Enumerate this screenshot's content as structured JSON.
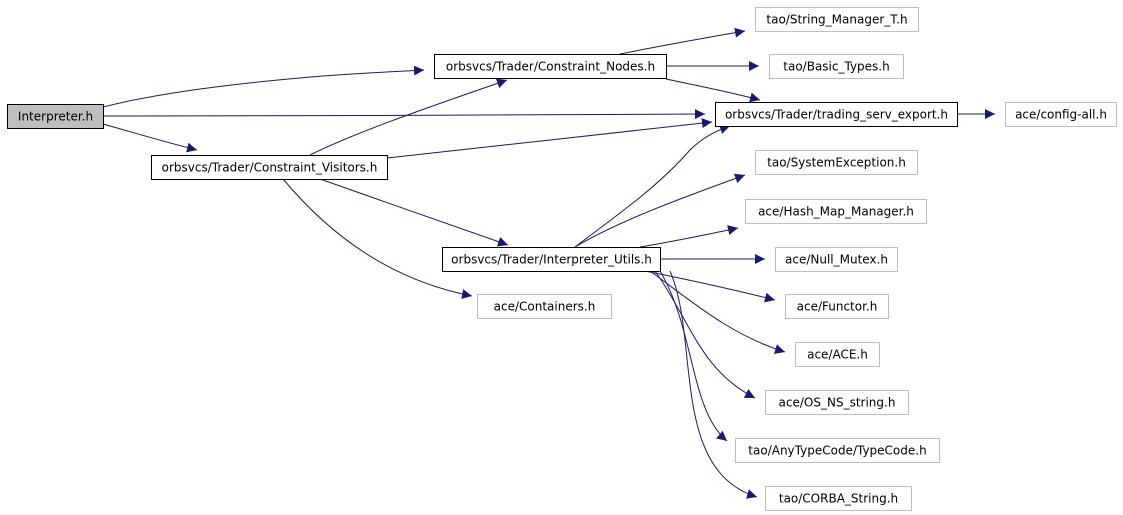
{
  "colors": {
    "edge": "#191970",
    "root_fill": "#bfbfbf",
    "solid_border": "#000000",
    "faded_border": "#bfbfbf",
    "background": "#ffffff"
  },
  "diagram": {
    "nodes": [
      {
        "id": "interpreter",
        "label": "Interpreter.h",
        "style": "root"
      },
      {
        "id": "constraint_nodes",
        "label": "orbsvcs/Trader/Constraint_Nodes.h",
        "style": "solid"
      },
      {
        "id": "constraint_visitors",
        "label": "orbsvcs/Trader/Constraint_Visitors.h",
        "style": "solid"
      },
      {
        "id": "interpreter_utils",
        "label": "orbsvcs/Trader/Interpreter_Utils.h",
        "style": "solid"
      },
      {
        "id": "trading_serv_export",
        "label": "orbsvcs/Trader/trading_serv_export.h",
        "style": "solid"
      },
      {
        "id": "string_manager_t",
        "label": "tao/String_Manager_T.h",
        "style": "faded"
      },
      {
        "id": "basic_types",
        "label": "tao/Basic_Types.h",
        "style": "faded"
      },
      {
        "id": "config_all",
        "label": "ace/config-all.h",
        "style": "faded"
      },
      {
        "id": "system_exception",
        "label": "tao/SystemException.h",
        "style": "faded"
      },
      {
        "id": "hash_map_manager",
        "label": "ace/Hash_Map_Manager.h",
        "style": "faded"
      },
      {
        "id": "null_mutex",
        "label": "ace/Null_Mutex.h",
        "style": "faded"
      },
      {
        "id": "functor",
        "label": "ace/Functor.h",
        "style": "faded"
      },
      {
        "id": "ace",
        "label": "ace/ACE.h",
        "style": "faded"
      },
      {
        "id": "os_ns_string",
        "label": "ace/OS_NS_string.h",
        "style": "faded"
      },
      {
        "id": "typecode",
        "label": "tao/AnyTypeCode/TypeCode.h",
        "style": "faded"
      },
      {
        "id": "corba_string",
        "label": "tao/CORBA_String.h",
        "style": "faded"
      },
      {
        "id": "containers",
        "label": "ace/Containers.h",
        "style": "faded"
      }
    ],
    "edges": [
      {
        "from": "interpreter",
        "to": "constraint_nodes"
      },
      {
        "from": "interpreter",
        "to": "trading_serv_export"
      },
      {
        "from": "interpreter",
        "to": "constraint_visitors"
      },
      {
        "from": "constraint_nodes",
        "to": "string_manager_t"
      },
      {
        "from": "constraint_nodes",
        "to": "basic_types"
      },
      {
        "from": "constraint_nodes",
        "to": "trading_serv_export"
      },
      {
        "from": "trading_serv_export",
        "to": "config_all"
      },
      {
        "from": "constraint_visitors",
        "to": "constraint_nodes"
      },
      {
        "from": "constraint_visitors",
        "to": "trading_serv_export"
      },
      {
        "from": "constraint_visitors",
        "to": "interpreter_utils"
      },
      {
        "from": "constraint_visitors",
        "to": "containers"
      },
      {
        "from": "interpreter_utils",
        "to": "trading_serv_export"
      },
      {
        "from": "interpreter_utils",
        "to": "system_exception"
      },
      {
        "from": "interpreter_utils",
        "to": "hash_map_manager"
      },
      {
        "from": "interpreter_utils",
        "to": "null_mutex"
      },
      {
        "from": "interpreter_utils",
        "to": "functor"
      },
      {
        "from": "interpreter_utils",
        "to": "ace"
      },
      {
        "from": "interpreter_utils",
        "to": "os_ns_string"
      },
      {
        "from": "interpreter_utils",
        "to": "typecode"
      },
      {
        "from": "interpreter_utils",
        "to": "corba_string"
      }
    ]
  }
}
